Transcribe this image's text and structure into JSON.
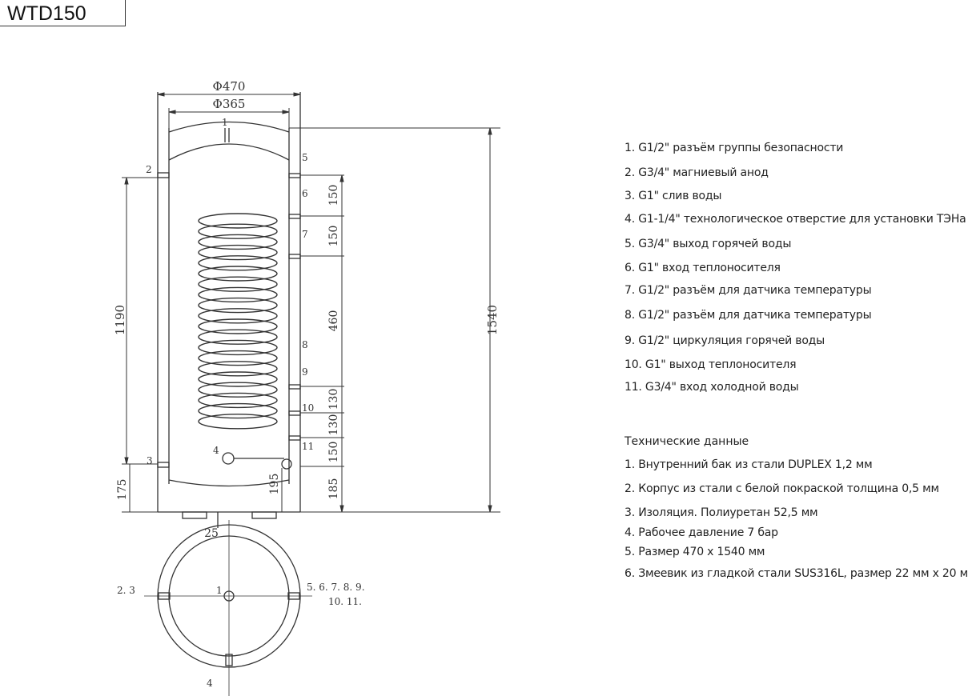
{
  "model": "WTD150",
  "dimensions": {
    "outer_diameter": "Φ470",
    "inner_diameter": "Φ365",
    "total_height": "1540",
    "left_height": "1190",
    "bottom_left": "175",
    "bottom_mid": "195",
    "port_spacing": [
      "150",
      "150",
      "460",
      "130",
      "130",
      "150",
      "185"
    ],
    "foot": "25"
  },
  "port_labels": {
    "side_left": [
      "1",
      "2",
      "3",
      "4"
    ],
    "side_right": [
      "5",
      "6",
      "7",
      "8",
      "9",
      "10",
      "11"
    ],
    "top_view_left": "2. 3",
    "top_view_right_1": "5. 6. 7. 8. 9.",
    "top_view_right_2": "10. 11.",
    "top_view_center": "1",
    "top_view_bottom": "4"
  },
  "connections": [
    "1. G1/2\" разъём группы безопасности",
    "2. G3/4\" магниевый анод",
    "3. G1\" слив воды",
    "4. G1-1/4\" технологическое отверстие для установки ТЭНа",
    "5. G3/4\" выход горячей воды",
    "6. G1\" вход теплоносителя",
    "7. G1/2\" разъём для датчика температуры",
    "8. G1/2\" разъём для датчика температуры",
    "9. G1/2\" циркуляция горячей воды",
    "10. G1\" выход теплоносителя",
    "11. G3/4\" вход холодной воды"
  ],
  "specs_title": "Технические данные",
  "specs": [
    "1. Внутренний бак из стали DUPLEX 1,2 мм",
    "2. Корпус из стали с белой покраской толщина 0,5 мм",
    "3. Изоляция. Полиуретан 52,5 мм",
    "4. Рабочее давление 7 бар",
    "5. Размер 470 х 1540 мм",
    "6. Змеевик из гладкой стали SUS316L, размер 22 мм х 20 м"
  ],
  "colors": {
    "line": "#333333",
    "background": "#ffffff"
  }
}
